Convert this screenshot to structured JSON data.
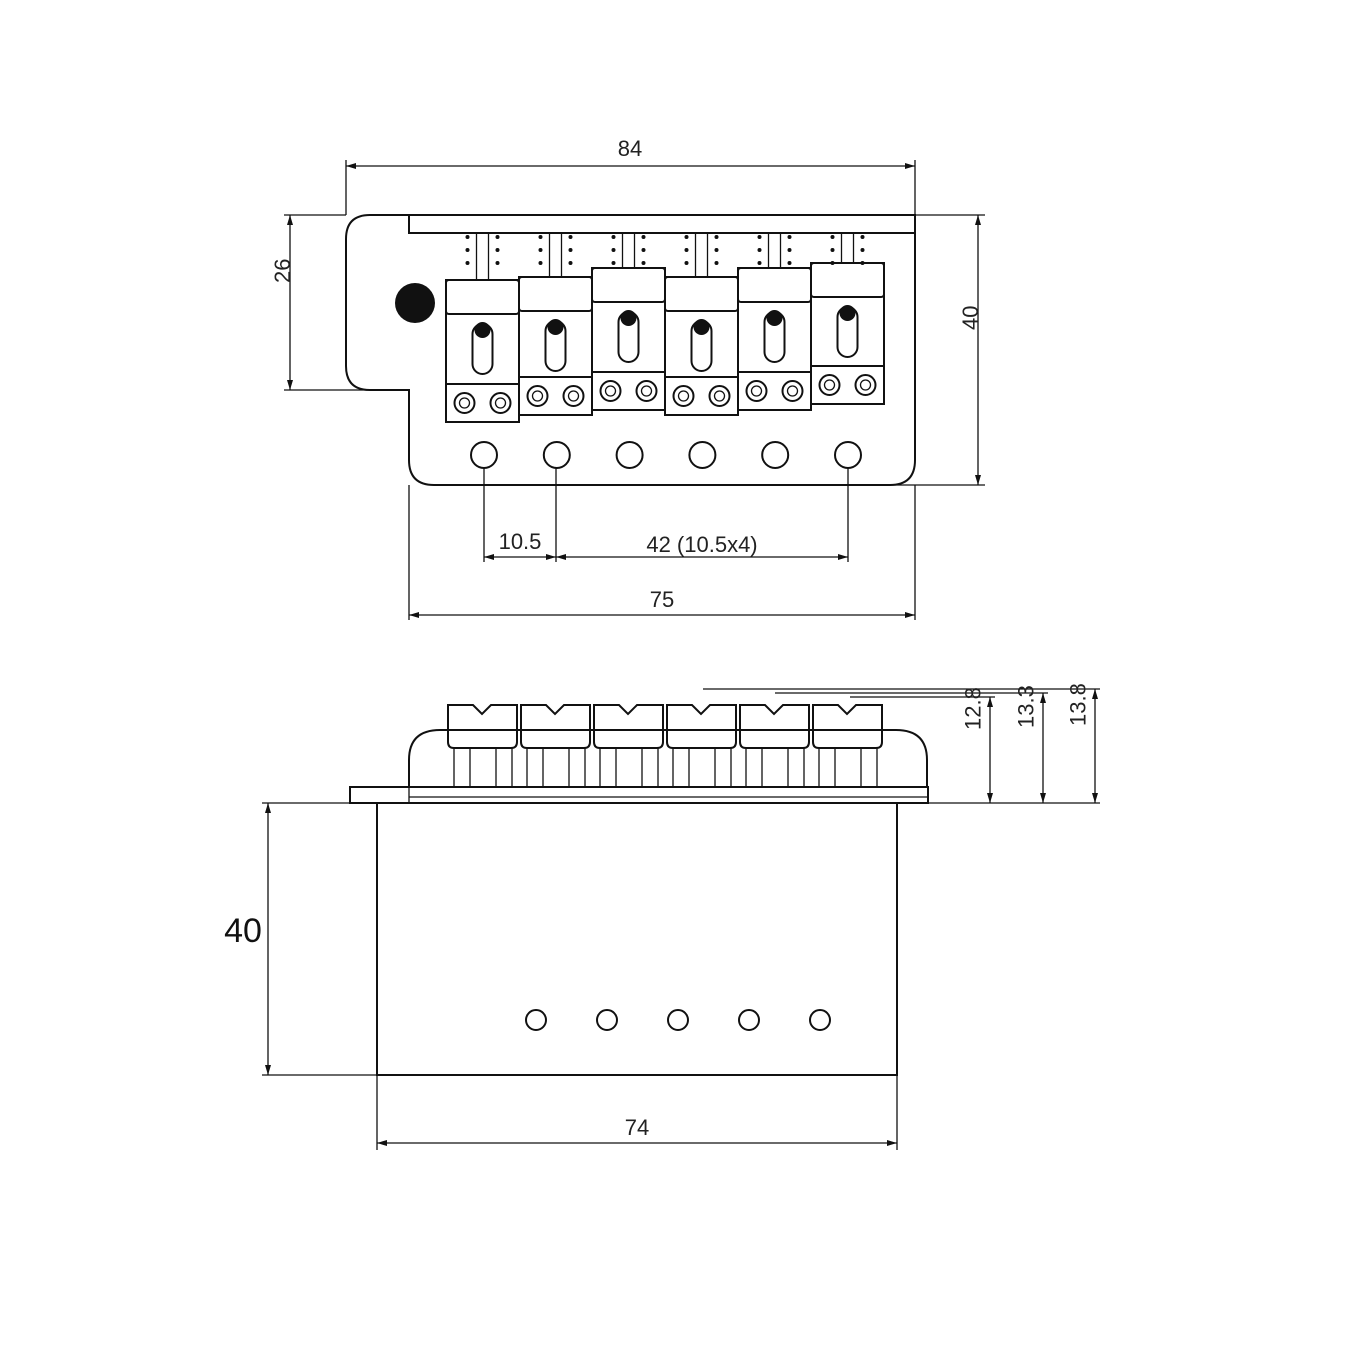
{
  "top_view": {
    "dim_overall_width": "84",
    "dim_ear_height": "26",
    "dim_plate_depth": "40",
    "dim_string_spacing": "10.5",
    "dim_spacing_total": "42 (10.5x4)",
    "dim_plate_width": "75",
    "saddle_count": 6
  },
  "side_view": {
    "dim_block_height": "40",
    "dim_block_width": "74",
    "dim_height_min": "12.8",
    "dim_height_mid": "13.3",
    "dim_height_max": "13.8"
  },
  "colors": {
    "line": "#111111",
    "background": "#ffffff"
  }
}
